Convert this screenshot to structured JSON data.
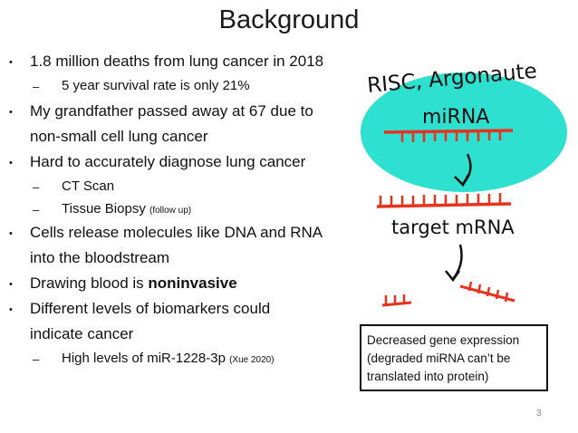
{
  "slide": {
    "title": "Background",
    "page_number": "3"
  },
  "bullets": {
    "l1": "1.8 million deaths from lung cancer in 2018",
    "l1a": "5 year survival rate is only 21%",
    "l2a": "My grandfather passed away at 67 due to",
    "l2b": "non-small cell lung cancer",
    "l3": "Hard to accurately diagnose lung cancer",
    "l3a": "CT Scan",
    "l3b": "Tissue Biopsy",
    "l3b_note": "(follow up)",
    "l4a": "Cells release molecules like DNA and RNA",
    "l4b": "into the bloodstream",
    "l5_prefix": "Drawing blood is ",
    "l5_bold": "noninvasive",
    "l6a": "Different levels of biomarkers could",
    "l6b": "indicate cancer",
    "l6c": "High levels of miR-1228-3p",
    "l6c_note": "(Xue 2020)",
    "dot": "•",
    "dash": "–"
  },
  "figure": {
    "risc_label": "RISC, Argonaute",
    "mirna_label": "miRNA",
    "target_label": "target mRNA",
    "oval_color": "#2ee0cf",
    "strand_color": "#e8321e"
  },
  "caption": {
    "line1": "Decreased gene expression",
    "line2": "(degraded miRNA can’t be",
    "line3": "translated into protein)"
  }
}
